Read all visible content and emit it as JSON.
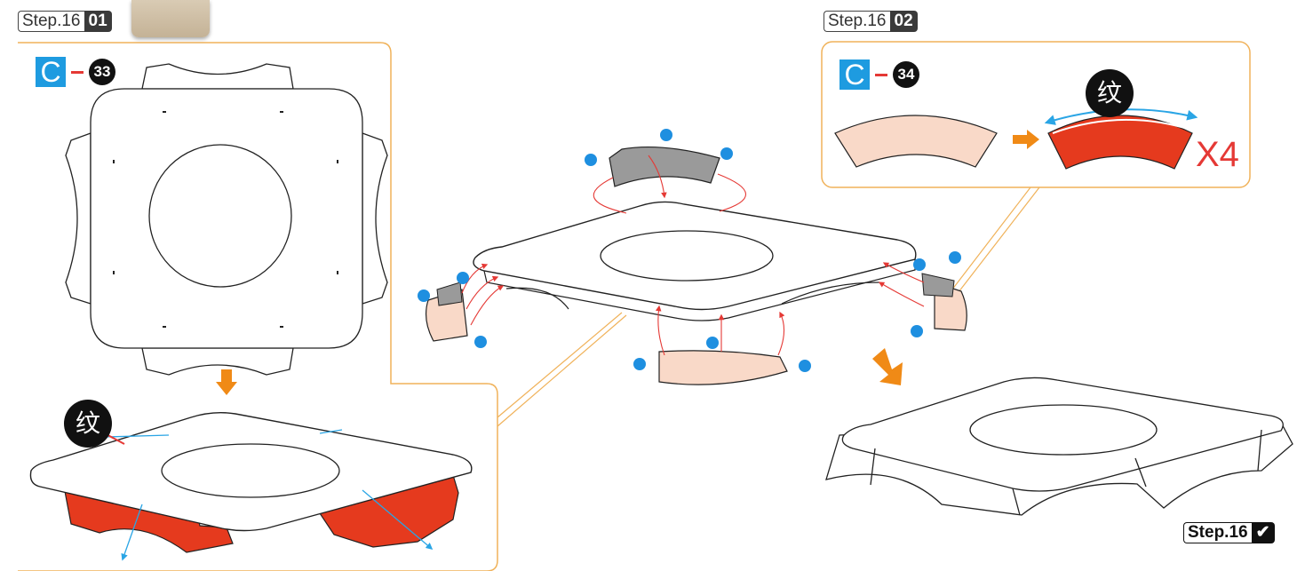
{
  "steps": {
    "panel_a": {
      "word": "Step.16",
      "num": "01"
    },
    "panel_b": {
      "word": "Step.16",
      "num": "02"
    },
    "final": {
      "word": "Step.16",
      "num": "✔"
    }
  },
  "part_codes": {
    "panel_a": {
      "letter": "C",
      "part": "33"
    },
    "panel_b": {
      "letter": "C",
      "part": "34"
    }
  },
  "grain_label": "纹",
  "quantity": "X4",
  "colors": {
    "panel_border": "#f0b25a",
    "part_fill": "#f9d9c8",
    "grain_red": "#e53a1e",
    "grey_piece": "#9a9a9a",
    "dot_blue": "#1e8fe0",
    "arrow_orange": "#f08a16",
    "line_blue": "#2aa5e5",
    "letter_badge": "#1e9be0"
  }
}
